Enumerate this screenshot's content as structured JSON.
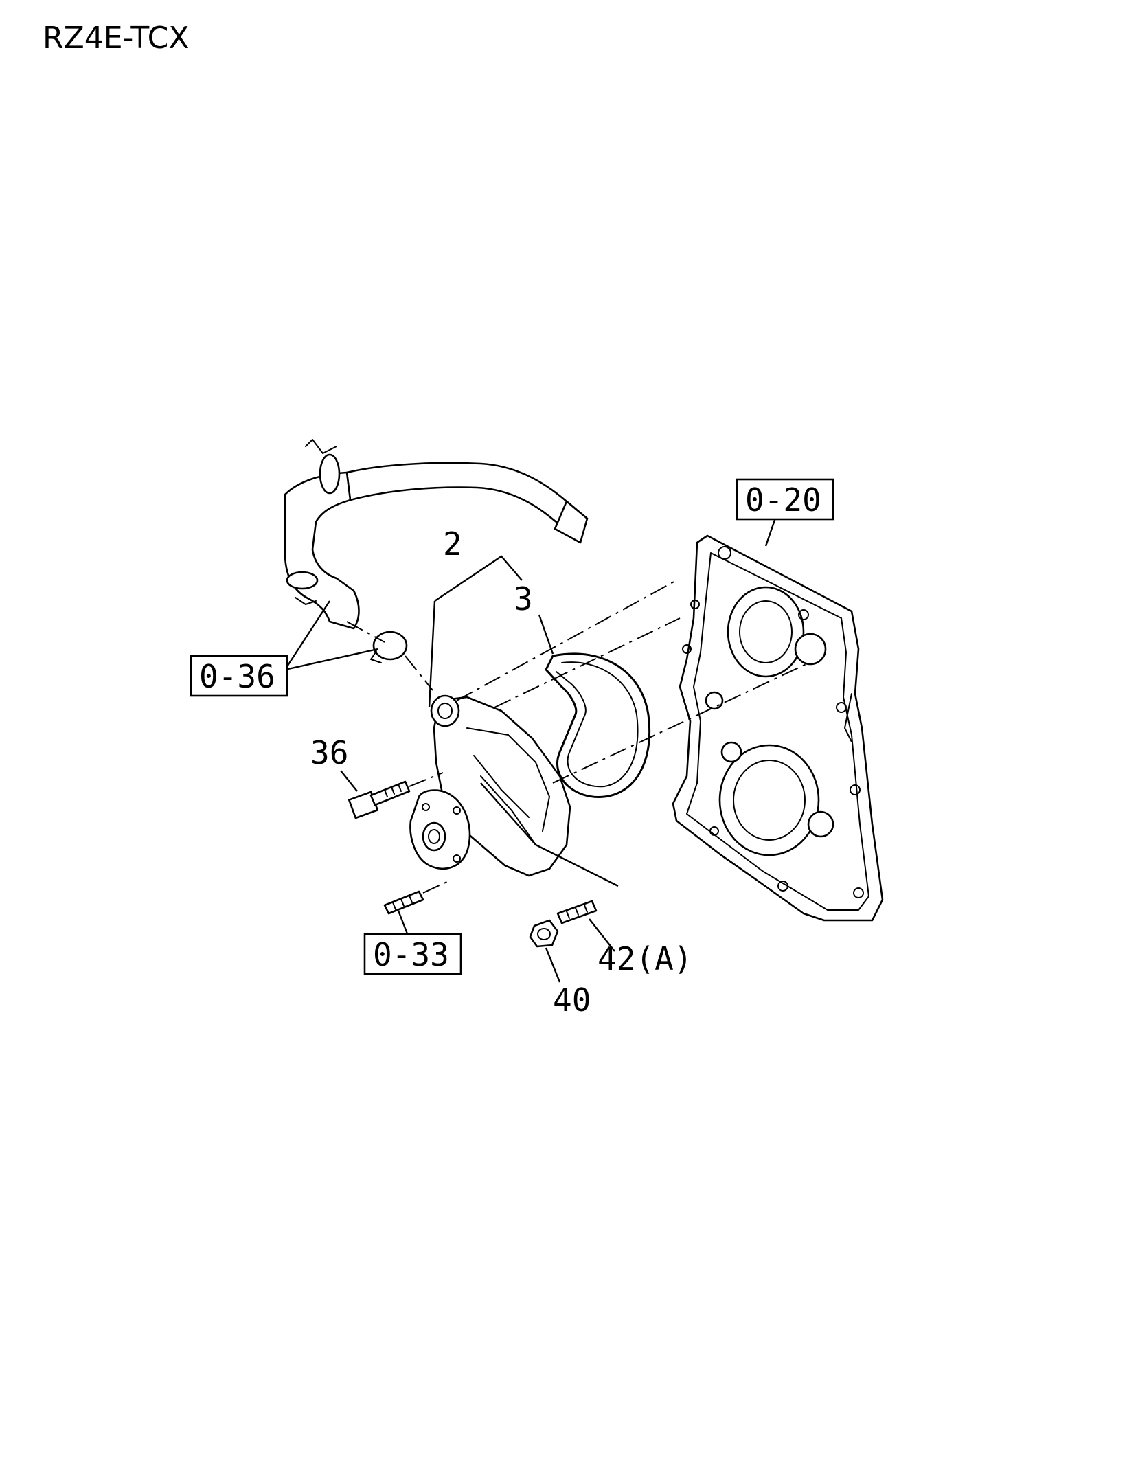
{
  "title": "RZ4E-TCX",
  "callouts": {
    "part_2": "2",
    "part_3": "3",
    "part_36": "36",
    "part_40": "40",
    "part_42": "42(A)"
  },
  "references": {
    "ref_0_20": "0-20",
    "ref_0_36": "0-36",
    "ref_0_33": "0-33"
  }
}
